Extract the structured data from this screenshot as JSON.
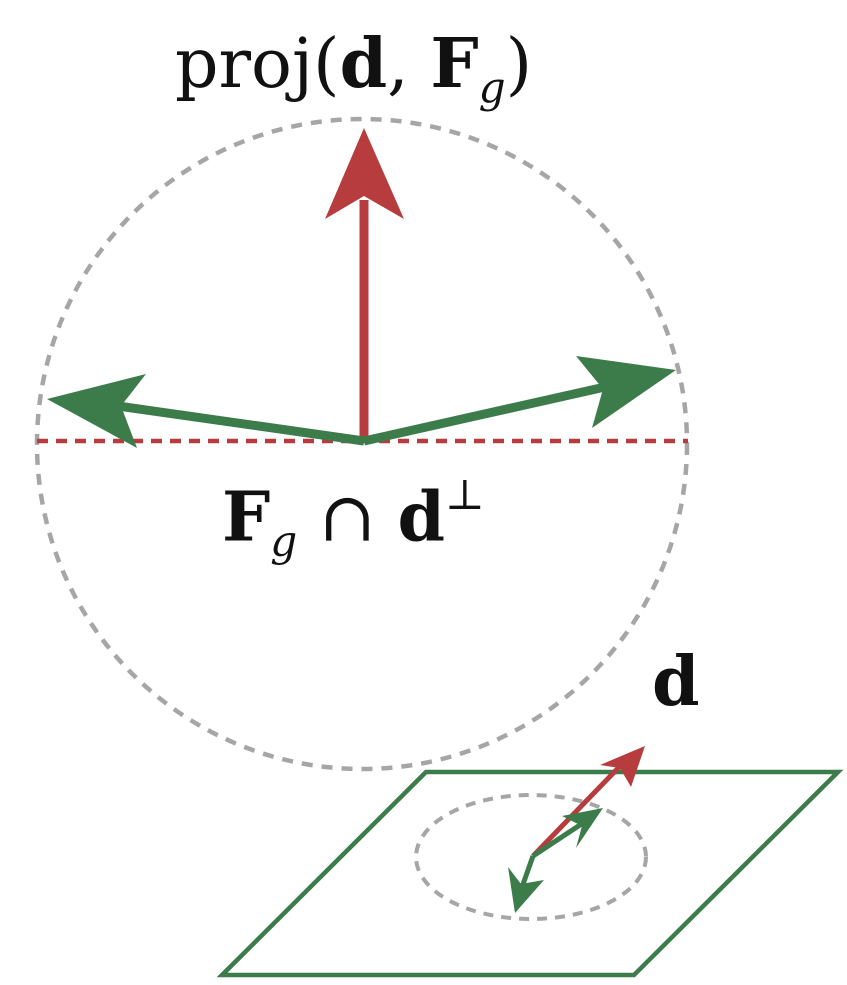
{
  "labels": {
    "projection_prefix": "proj(",
    "projection_d": "d",
    "projection_sep": ", ",
    "projection_F": "F",
    "projection_sub": "g",
    "projection_suffix": ")",
    "intersection_F": "F",
    "intersection_sub": "g",
    "intersection_op": " ∩ ",
    "intersection_d": "d",
    "intersection_sup": "⊥",
    "direction": "d"
  },
  "colors": {
    "red_arrow": "#b63c3d",
    "green_arrow": "#3c7c4b",
    "dashed_circle": "#a6a6a6",
    "plane_outline": "#3c7c4b",
    "red_dashed_line": "#b63c3d"
  }
}
